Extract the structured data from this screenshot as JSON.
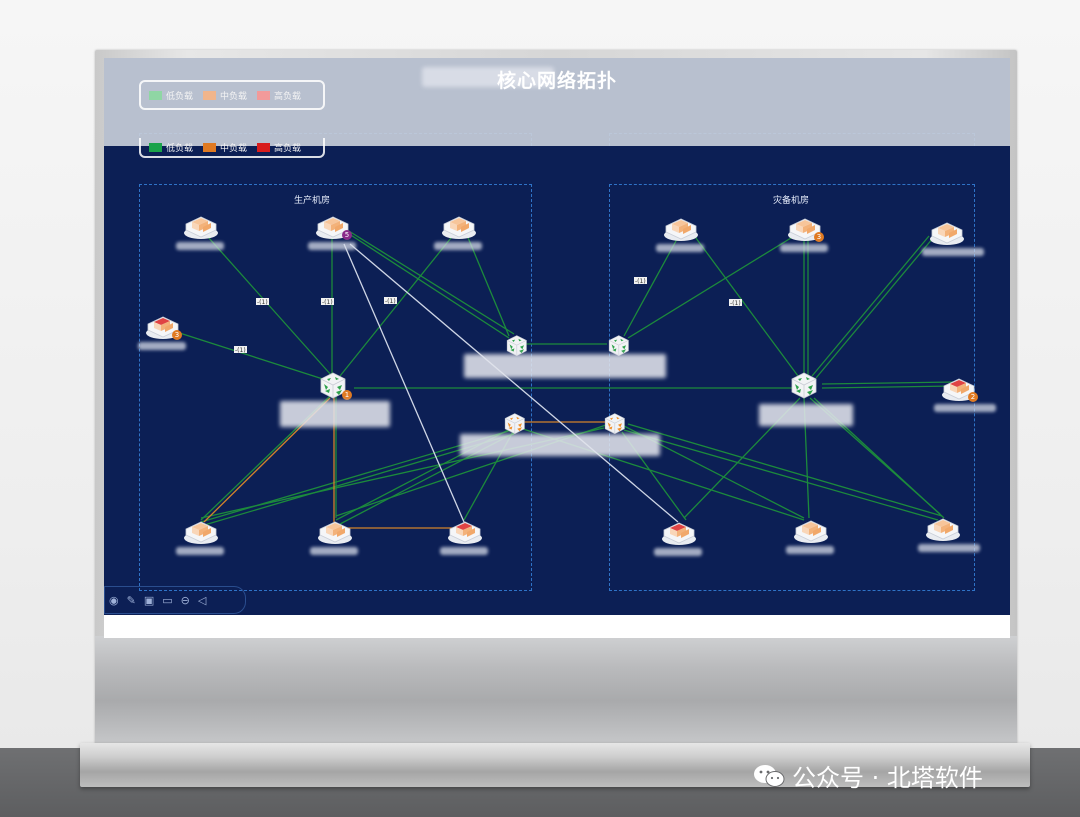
{
  "page_title": "核心网络拓扑",
  "legend": {
    "items": [
      {
        "label": "低负载",
        "color": "#8fd6a4"
      },
      {
        "label": "中负载",
        "color": "#f1b58b"
      },
      {
        "label": "高负载",
        "color": "#f29a9a"
      }
    ],
    "items_dark": [
      {
        "label": "低负载",
        "color": "#1aa34a"
      },
      {
        "label": "中负载",
        "color": "#e07a22"
      },
      {
        "label": "高负载",
        "color": "#d81c1c"
      }
    ]
  },
  "zones": {
    "production": "生产机房",
    "disaster": "灾备机房"
  },
  "badges": {
    "b3": "3",
    "b5": "5",
    "b2": "2",
    "b1": "1"
  },
  "edge_labels": [
    "-(1)",
    "-(1)",
    "-(1)",
    "-(1)",
    "-(1)",
    "-(1)"
  ],
  "toolbar_icons": [
    "play-icon",
    "edit-icon",
    "fit-icon",
    "screen-icon",
    "minus-icon",
    "sound-icon"
  ],
  "watermark": "公众号 · 北塔软件",
  "colors": {
    "screen_bg": "#0c1f55",
    "link_green": "#1c8a3c",
    "link_orange": "#d2822a",
    "link_white": "#cfd6e6",
    "zone_border": "#2f73c7"
  }
}
